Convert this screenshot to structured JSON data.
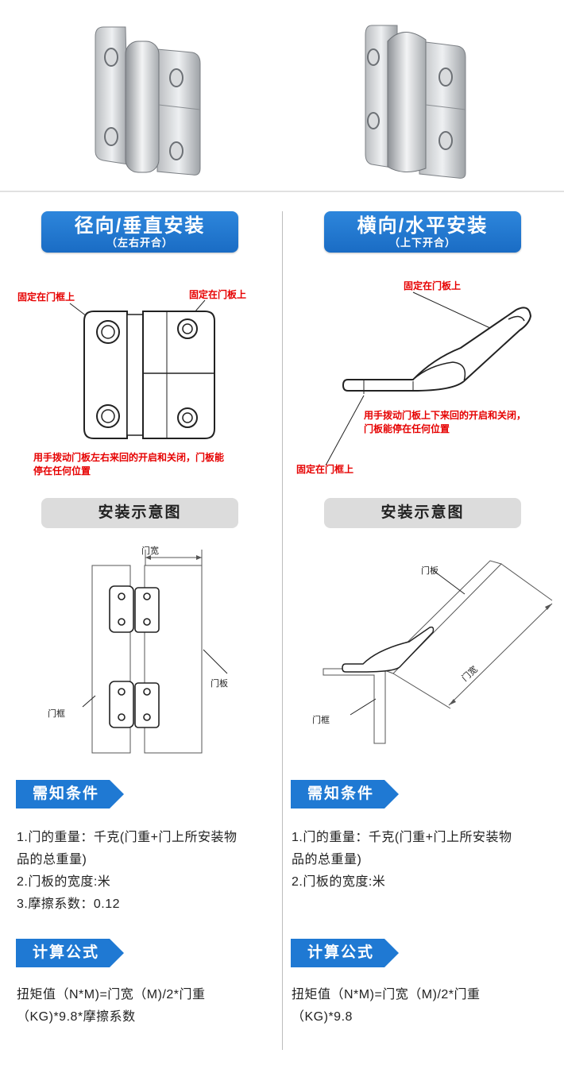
{
  "left": {
    "title": "径向/垂直安装",
    "subtitle": "（左右开合）",
    "label_frame": "固定在门框上",
    "label_panel": "固定在门板上",
    "description": [
      "用手拨动门板左右来回的开启和关闭，门板能",
      "停在任何位置"
    ],
    "diagram_title": "安装示意图",
    "dim_door_width": "门宽",
    "dim_door_panel": "门板",
    "dim_door_frame": "门框",
    "conditions_tag": "需知条件",
    "conditions": [
      "1.门的重量：千克(门重+门上所安装物",
      "品的总重量)",
      "2.门板的宽度:米",
      "3.摩擦系数：0.12"
    ],
    "formula_tag": "计算公式",
    "formula": [
      "扭矩值（N*M)=门宽（M)/2*门重",
      "（KG)*9.8*摩擦系数"
    ]
  },
  "right": {
    "title": "横向/水平安装",
    "subtitle": "（上下开合）",
    "label_panel": "固定在门板上",
    "label_frame": "固定在门框上",
    "description": [
      "用手拨动门板上下来回的开启和关闭，",
      "门板能停在任何位置"
    ],
    "diagram_title": "安装示意图",
    "dim_door_panel": "门板",
    "dim_door_width": "门宽",
    "dim_door_frame": "门框",
    "conditions_tag": "需知条件",
    "conditions": [
      "1.门的重量：千克(门重+门上所安装物",
      "品的总重量)",
      "2.门板的宽度:米"
    ],
    "formula_tag": "计算公式",
    "formula": [
      "扭矩值（N*M)=门宽（M)/2*门重",
      "（KG)*9.8"
    ]
  },
  "colors": {
    "title_blue": "#1f79d3",
    "annotation_red": "#e60000",
    "pill_gray": "#dcdcdc"
  }
}
